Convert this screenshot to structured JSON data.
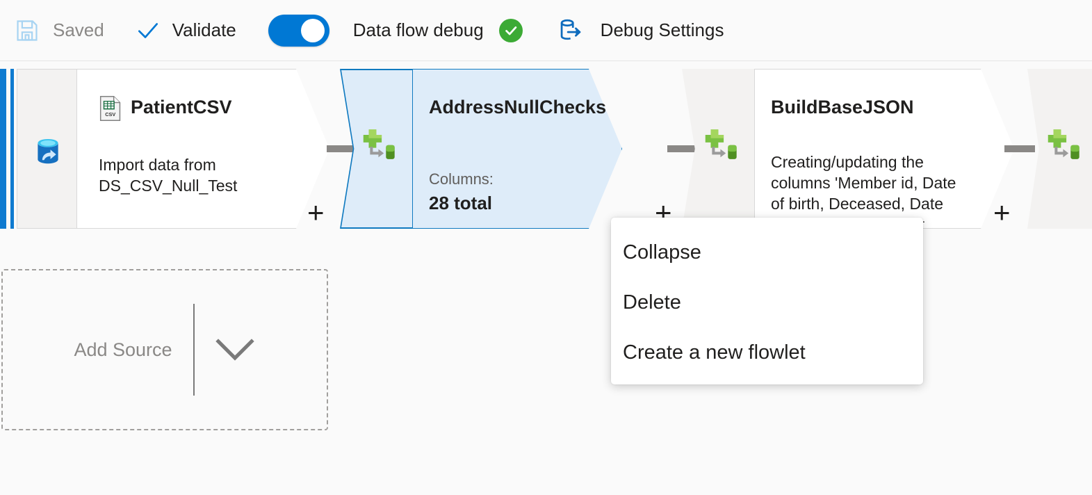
{
  "toolbar": {
    "save_label": "Saved",
    "save_icon": "save-floppy-icon",
    "validate_label": "Validate",
    "validate_icon": "checkmark-icon",
    "debug_toggle_label": "Data flow debug",
    "debug_toggle_state": "on",
    "debug_status_icon": "green-check-circle-icon",
    "debug_settings_label": "Debug Settings",
    "debug_settings_icon": "database-export-icon"
  },
  "colors": {
    "accent_blue": "#0078d4",
    "rail_blue": "#0f7bd0",
    "status_green": "#3caa35",
    "selected_fill": "#deecf9",
    "selected_border": "#107ac0",
    "node_fill": "#ffffff",
    "handle_fill": "#f3f2f1",
    "connector_gray": "#8a8886",
    "canvas_bg": "#fafafa"
  },
  "canvas": {
    "source_stream_icon": "source-database-icon",
    "nodes": [
      {
        "id": "patient-csv",
        "name": "PatientCSV",
        "type_icon": "csv-file-icon",
        "description": "Import data from DS_CSV_Null_Test",
        "selected": false,
        "add_button_label": "+"
      },
      {
        "id": "address-null-checks",
        "name": "AddressNullChecks",
        "type_icon": "derived-column-icon",
        "stat_label": "Columns:",
        "stat_value": "28 total",
        "selected": true,
        "add_button_label": "+"
      },
      {
        "id": "build-base-json",
        "name": "BuildBaseJSON",
        "type_icon": "derived-column-icon",
        "description": "Creating/updating the columns 'Member id, Date of birth, Deceased, Date of death, Home street address,",
        "selected": false,
        "add_button_label": "+"
      },
      {
        "id": "next-node",
        "name": "",
        "type_icon": "derived-column-icon",
        "selected": false,
        "add_button_label": "+"
      }
    ],
    "add_source": {
      "label": "Add Source",
      "chevron_icon": "chevron-down-icon"
    }
  },
  "context_menu": {
    "items": [
      {
        "label": "Collapse"
      },
      {
        "label": "Delete"
      },
      {
        "label": "Create a new flowlet"
      }
    ]
  }
}
